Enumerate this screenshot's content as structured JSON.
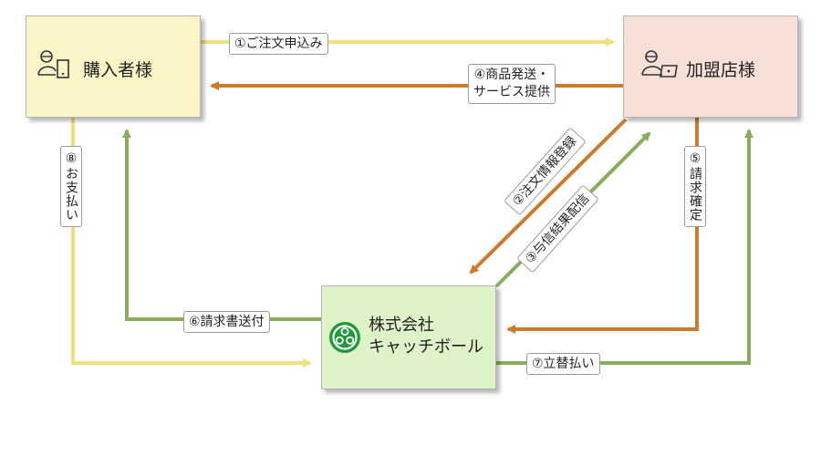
{
  "nodes": {
    "buyer": {
      "label": "購入者様"
    },
    "shop": {
      "label": "加盟店様"
    },
    "company": {
      "label": "株式会社\nキャッチボール"
    }
  },
  "edges": {
    "e1": "①ご注文申込み",
    "e2": "②注文情報登録",
    "e3": "③与信結果配信",
    "e4": "④商品発送・\nサービス提供",
    "e5": "⑤請求確定",
    "e6": "⑥請求書送付",
    "e7": "⑦立替払い",
    "e8": "⑧お支払い"
  },
  "colors": {
    "yellow": "#eee07a",
    "orange": "#cd7a2c",
    "green": "#88ad5c",
    "buyer_fill": "#faf4c6",
    "shop_fill": "#f6e0d8",
    "company_fill": "#dff3c8",
    "logo_green": "#1f9a3c"
  },
  "icons": {
    "buyer": "person-with-phone-icon",
    "shop": "person-with-laptop-icon",
    "company": "company-logo-icon"
  }
}
